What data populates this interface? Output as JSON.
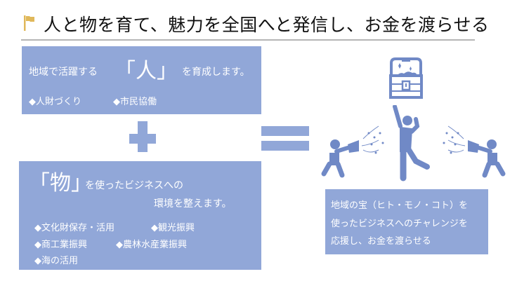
{
  "header": {
    "title": "人と物を育て、魅力を全国へと発信し、お金を渡らせる",
    "flag_color": "#e0b85a"
  },
  "colors": {
    "box_fill": "#91a7d8",
    "icon_fill": "#7089c6",
    "text_on_box": "#ffffff"
  },
  "hito_box": {
    "lead": "地域で活躍する",
    "keyword": "「人」",
    "trail": "を育成します。",
    "items": [
      "◆人財づくり",
      "◆市民協働"
    ]
  },
  "operator_plus": "+",
  "operator_equals": "=",
  "mono_box": {
    "keyword": "「物」",
    "line1": "を使ったビジネスへの",
    "line2": "環境を整えます。",
    "items": [
      [
        "◆文化財保存・活用",
        "◆観光振興"
      ],
      [
        "◆商工業振興",
        "◆農林水産業振興"
      ],
      [
        "◆海の活用"
      ]
    ]
  },
  "result_box": {
    "lines": [
      "地域の宝（ヒト・モノ・コト）を",
      "使ったビジネスへのチャレンジを",
      "応援し、お金を渡らせる"
    ]
  },
  "illustration": {
    "icons": [
      "treasure-chest-icon",
      "cheering-person-icon",
      "party-popper-person-left-icon",
      "party-popper-person-right-icon"
    ]
  }
}
